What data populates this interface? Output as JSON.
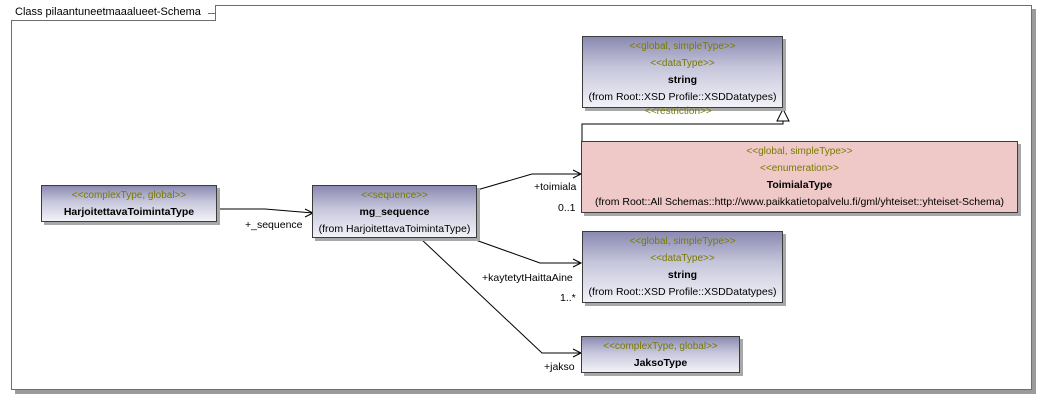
{
  "frame": {
    "title": "Class pilaantuneetmaaalueet-Schema"
  },
  "classes": {
    "string1": {
      "stereo1": "<<global, simpleType>>",
      "stereo2": "<<dataType>>",
      "name": "string",
      "from": "(from Root::XSD Profile::XSDDatatypes)"
    },
    "toimiala": {
      "stereo1": "<<global, simpleType>>",
      "stereo2": "<<enumeration>>",
      "name": "ToimialaType",
      "from": "(from Root::All Schemas::http://www.paikkatietopalvelu.fi/gml/yhteiset::yhteiset-Schema)"
    },
    "string2": {
      "stereo1": "<<global, simpleType>>",
      "stereo2": "<<dataType>>",
      "name": "string",
      "from": "(from Root::XSD Profile::XSDDatatypes)"
    },
    "jakso": {
      "stereo1": "<<complexType, global>>",
      "name": "JaksoType"
    },
    "harjoitettava": {
      "stereo1": "<<complexType, global>>",
      "name": "HarjoitettavaToimintaType"
    },
    "mg": {
      "stereo1": "<<sequence>>",
      "name": "mg_sequence",
      "from": "(from HarjoitettavaToimintaType)"
    }
  },
  "labels": {
    "restriction": "<<restriction>>",
    "sequence_role": "+_sequence",
    "toimiala_role": "+toimiala",
    "toimiala_mult": "0..1",
    "kaytetyt_role": "+kaytetytHaittaAine",
    "kaytetyt_mult": "1..*",
    "jakso_role": "+jakso"
  }
}
